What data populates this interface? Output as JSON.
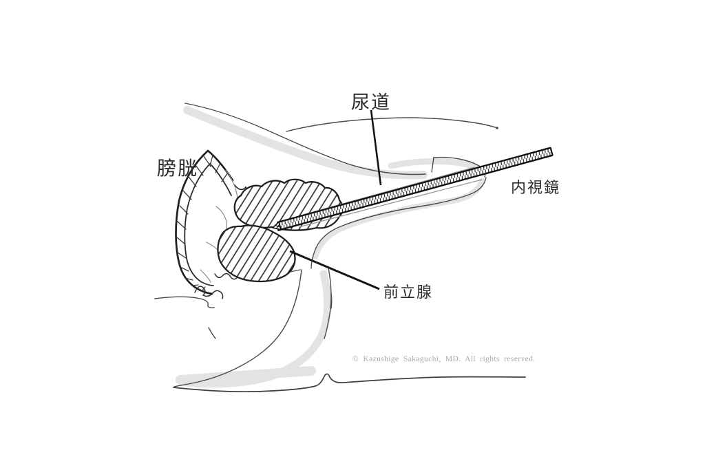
{
  "figure": {
    "labels": {
      "urethra": "尿道",
      "bladder": "膀胱",
      "endoscope": "内視鏡",
      "prostate": "前立腺"
    },
    "copyright": "© Kazushige Sakaguchi, MD. All rights reserved.",
    "colors": {
      "outline_dark": "#1c1c1c",
      "outline_thin": "#4a4a4a",
      "shadow_gray": "#e3e3e3",
      "label_text": "#2b2b2b",
      "copyright_text": "#a9a9a9",
      "background": "#ffffff"
    }
  }
}
